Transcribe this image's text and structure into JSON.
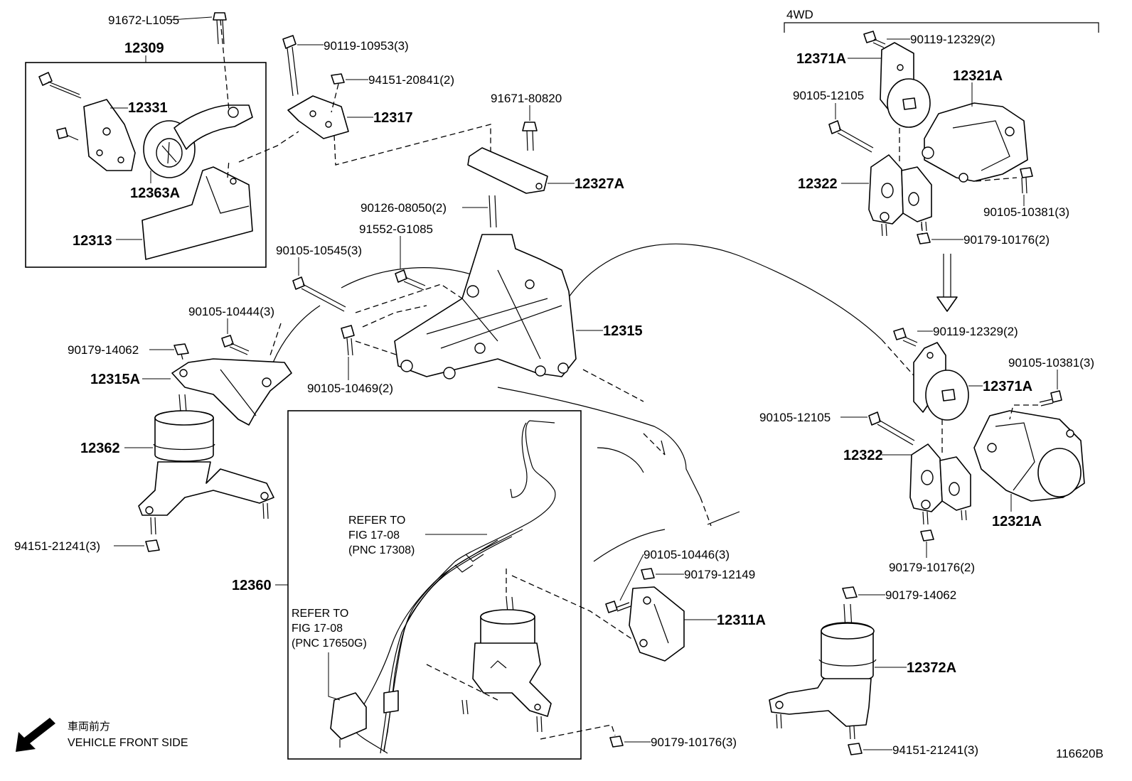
{
  "labels": {
    "p91672_l1055": "91672-L1055",
    "p12309": "12309",
    "p12331": "12331",
    "p12363a": "12363A",
    "p12313": "12313",
    "p90119_10953": "90119-10953(3)",
    "p94151_20841": "94151-20841(2)",
    "p12317": "12317",
    "p91671_80820": "91671-80820",
    "p12327a": "12327A",
    "p90126_08050": "90126-08050(2)",
    "p91552_g1085": "91552-G1085",
    "p90105_10545": "90105-10545(3)",
    "p12315": "12315",
    "p90105_10444": "90105-10444(3)",
    "p90179_14062_left": "90179-14062",
    "p12315a": "12315A",
    "p90105_10469": "90105-10469(2)",
    "p12362": "12362",
    "p94151_21241_left": "94151-21241(3)",
    "p12360": "12360",
    "p90105_10446": "90105-10446(3)",
    "p90179_12149": "90179-12149",
    "p12311a": "12311A",
    "p90179_10176_bottom": "90179-10176(3)",
    "wd4": "4WD",
    "p90119_12329_top": "90119-12329(2)",
    "p12371a_top": "12371A",
    "p90105_12105_top": "90105-12105",
    "p12321a_top": "12321A",
    "p12322_top": "12322",
    "p90105_10381_top": "90105-10381(3)",
    "p90179_10176_top": "90179-10176(2)",
    "p90119_12329_mid": "90119-12329(2)",
    "p90105_10381_mid": "90105-10381(3)",
    "p12371a_mid": "12371A",
    "p90105_12105_mid": "90105-12105",
    "p12322_mid": "12322",
    "p12321a_mid": "12321A",
    "p90179_10176_mid": "90179-10176(2)",
    "p90179_14062_right": "90179-14062",
    "p12372a": "12372A",
    "p94151_21241_right": "94151-21241(3)"
  },
  "notes": {
    "ref1": [
      "REFER TO",
      "FIG 17-08",
      "(PNC 17308)"
    ],
    "ref2": [
      "REFER TO",
      "FIG 17-08",
      "(PNC 17650G)"
    ]
  },
  "orientation": {
    "japanese": "車両前方",
    "english": "VEHICLE FRONT SIDE",
    "icon": "arrow-down-left-icon"
  },
  "figure_id": "116620B"
}
